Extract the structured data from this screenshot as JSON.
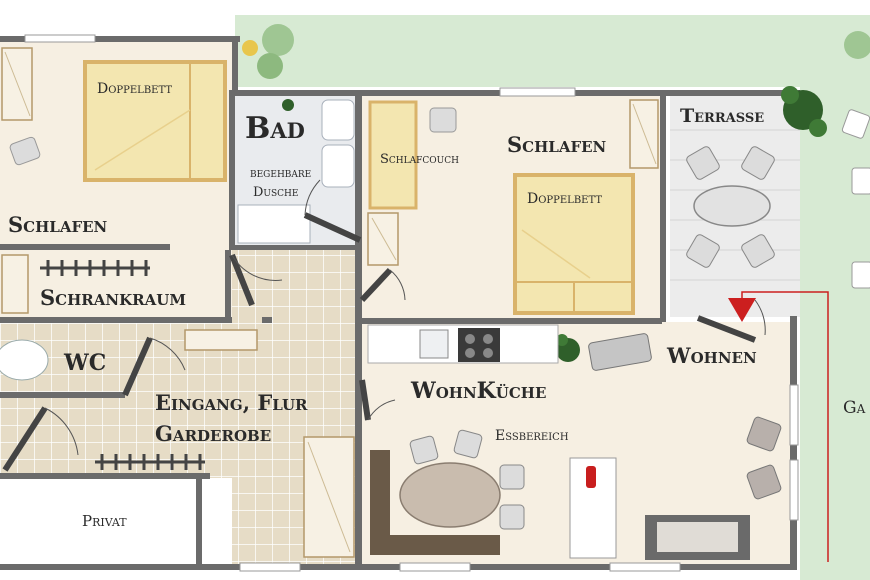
{
  "colors": {
    "wall": "#6b6b6b",
    "room_floor": "#f6efe2",
    "tile": "#e6dcc6",
    "tile_line": "#ffffff",
    "bath": "#e9ebee",
    "terrace": "#ececec",
    "garden": "#d7ead3",
    "bed": "#f3e6b0",
    "bed_frame": "#d9b36a",
    "route": "#cc1f1f",
    "furniture": "#a9a9a9"
  },
  "rooms": {
    "schlafen_left": "Schlafen",
    "doppelbett_left": "Doppelbett",
    "schrankraum": "Schrankraum",
    "bad": "Bad",
    "begehbare": "begehbare",
    "dusche": "Dusche",
    "schlafcouch": "Schlafcouch",
    "schlafen_mid": "Schlafen",
    "doppelbett_mid": "Doppelbett",
    "terrasse": "Terrasse",
    "wc": "WC",
    "eingang_line1": "Eingang, Flur",
    "eingang_line2": "Garderobe",
    "wohnkueche": "WohnKüche",
    "essbereich": "Essbereich",
    "wohnen": "Wohnen",
    "privat": "Privat",
    "garten_partial": "Ga"
  },
  "icons": [
    "plant-icon",
    "tree-icon",
    "entry-arrow-icon"
  ]
}
